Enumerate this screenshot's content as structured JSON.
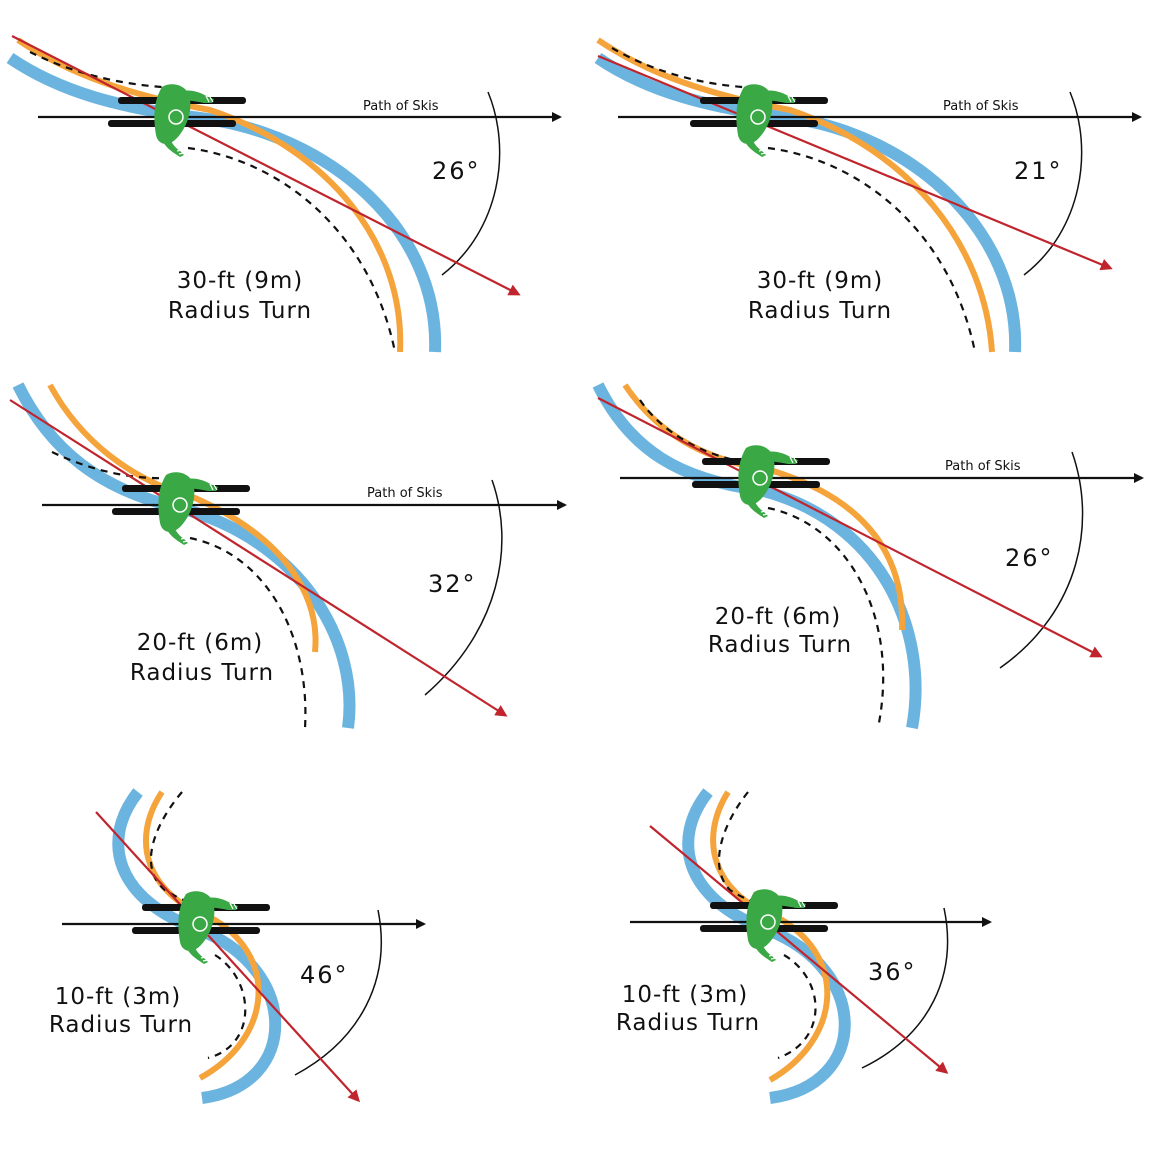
{
  "colors": {
    "outer_track": "#6cb4e0",
    "inner_track": "#f5a43c",
    "trail_line": "#111111",
    "skier_body": "#3aa845",
    "skis": "#111111",
    "red_arrow": "#c0252d",
    "path_arrow": "#111111",
    "background": "#ffffff"
  },
  "icons": {
    "skier": "skier-icon",
    "arrow": "arrowhead"
  },
  "panels": [
    {
      "id": "p1",
      "path_label": "Path of Skis",
      "angle_label": "26°",
      "radius_line1": "30-ft (9m)",
      "radius_line2": "Radius Turn"
    },
    {
      "id": "p2",
      "path_label": "Path of Skis",
      "angle_label": "21°",
      "radius_line1": "30-ft (9m)",
      "radius_line2": "Radius Turn"
    },
    {
      "id": "p3",
      "path_label": "Path of Skis",
      "angle_label": "32°",
      "radius_line1": "20-ft (6m)",
      "radius_line2": "Radius Turn"
    },
    {
      "id": "p4",
      "path_label": "Path of Skis",
      "angle_label": "26°",
      "radius_line1": "20-ft (6m)",
      "radius_line2": "Radius Turn"
    },
    {
      "id": "p5",
      "path_label": "",
      "angle_label": "46°",
      "radius_line1": "10-ft (3m)",
      "radius_line2": "Radius Turn"
    },
    {
      "id": "p6",
      "path_label": "",
      "angle_label": "36°",
      "radius_line1": "10-ft (3m)",
      "radius_line2": "Radius Turn"
    }
  ]
}
